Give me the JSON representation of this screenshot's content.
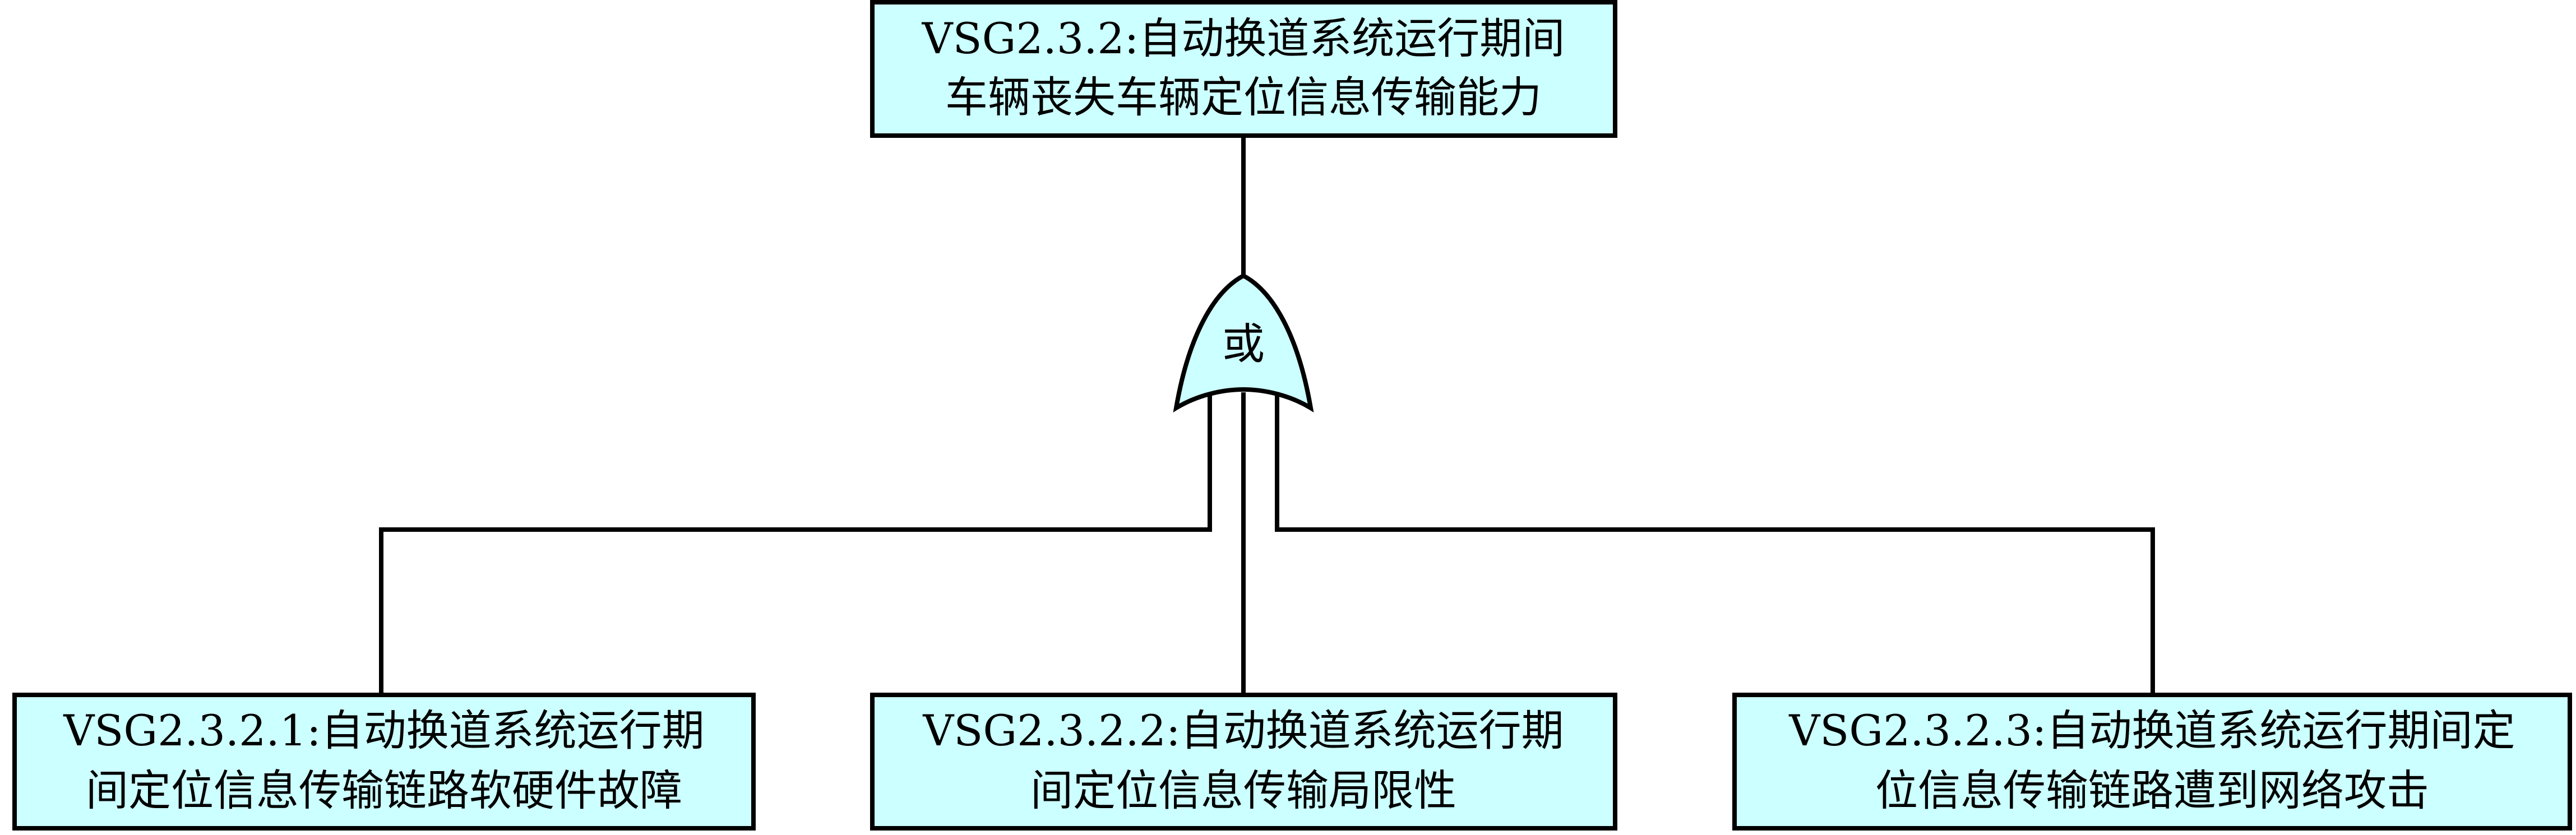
{
  "top_event": {
    "line1": "VSG2.3.2:自动换道系统运行期间",
    "line2": "车辆丧失车辆定位信息传输能力"
  },
  "gate": {
    "label": "或",
    "type": "or-gate"
  },
  "children": [
    {
      "line1": "VSG2.3.2.1:自动换道系统运行期",
      "line2": "间定位信息传输链路软硬件故障"
    },
    {
      "line1": "VSG2.3.2.2:自动换道系统运行期",
      "line2": "间定位信息传输局限性"
    },
    {
      "line1": "VSG2.3.2.3:自动换道系统运行期间定",
      "line2": "位信息传输链路遭到网络攻击"
    }
  ],
  "colors": {
    "box_fill": "#ccffff",
    "stroke": "#000000",
    "background": "#ffffff"
  }
}
